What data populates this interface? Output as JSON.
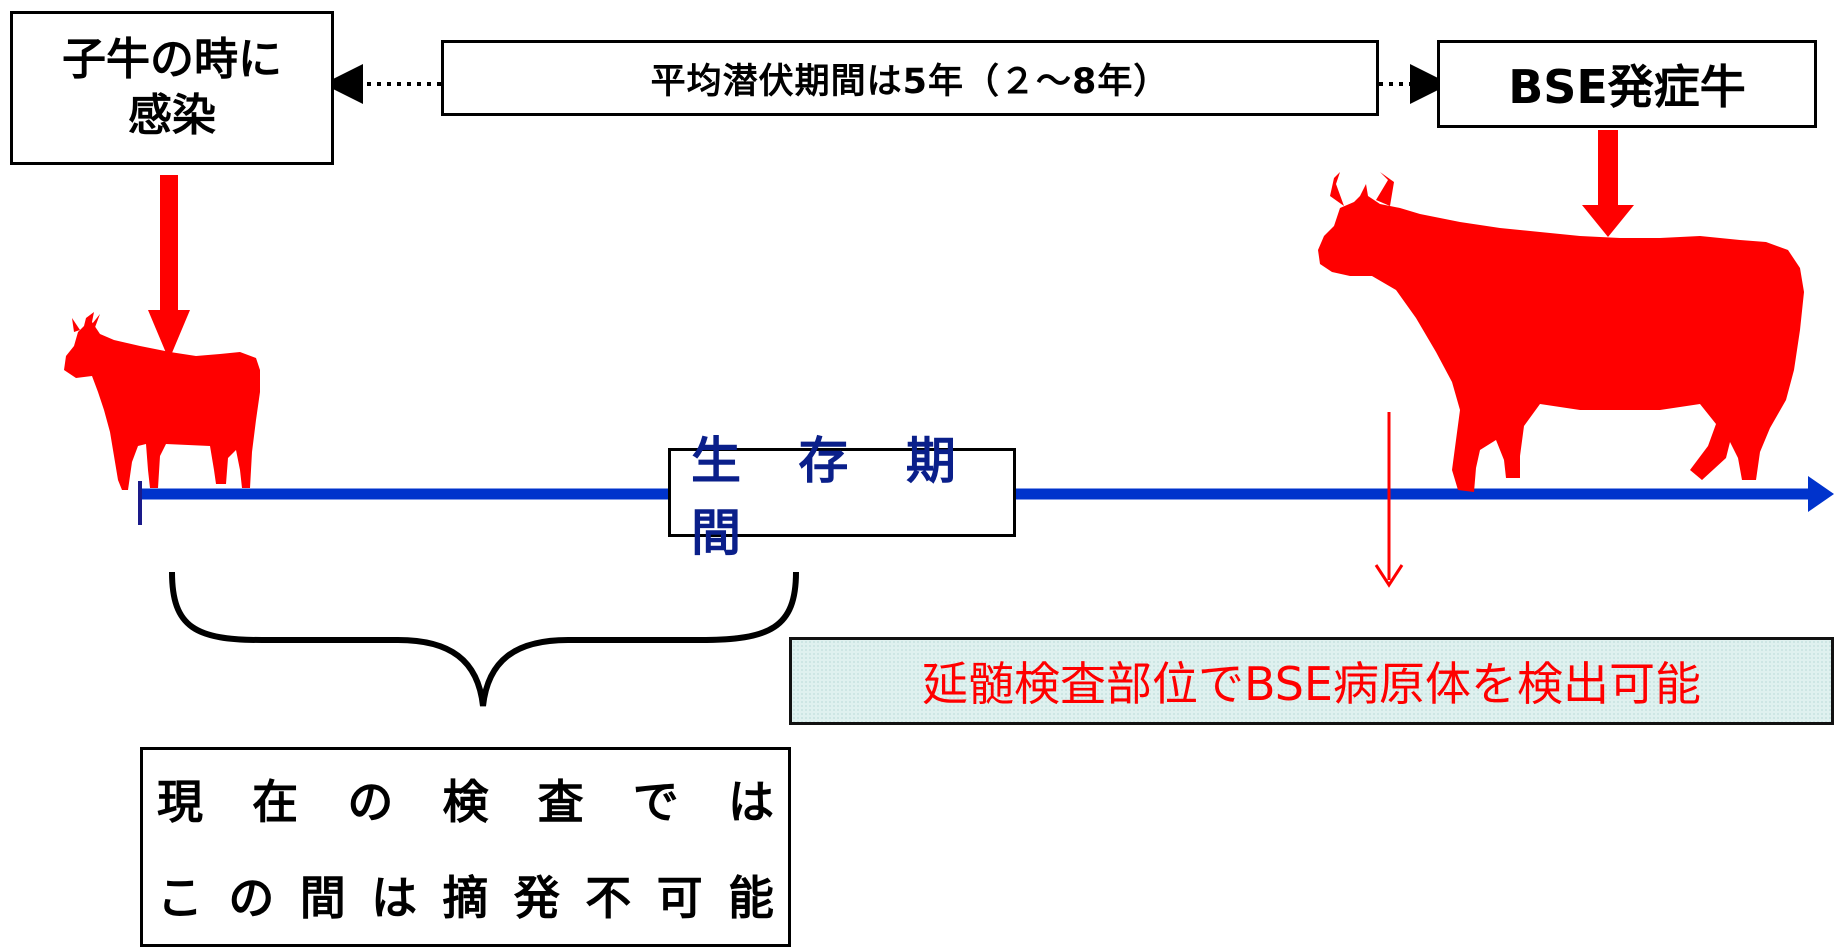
{
  "calf_box": {
    "line1": "子牛の時に",
    "line2": "感染"
  },
  "incubation_box": {
    "text": "平均潜伏期間は5年（２〜8年）"
  },
  "onset_box": {
    "text": "BSE発症牛"
  },
  "lifespan_label": {
    "text": "生 存 期 間"
  },
  "detection_box": {
    "text": "延髄検査部位でBSE病原体を検出可能"
  },
  "undetectable_box": {
    "line1_chars": [
      "現",
      "在",
      "の",
      "検",
      "査",
      "で",
      "は"
    ],
    "line2_chars": [
      "こ",
      "の",
      "間",
      "は",
      "摘",
      "発",
      "不",
      "可",
      "能"
    ]
  },
  "colors": {
    "cow": "#ff0000",
    "arrow_red": "#ff0000",
    "timeline_blue": "#0033cc",
    "lifespan_text": "#0a1f8a",
    "detect_bg": "#dff1ef"
  }
}
